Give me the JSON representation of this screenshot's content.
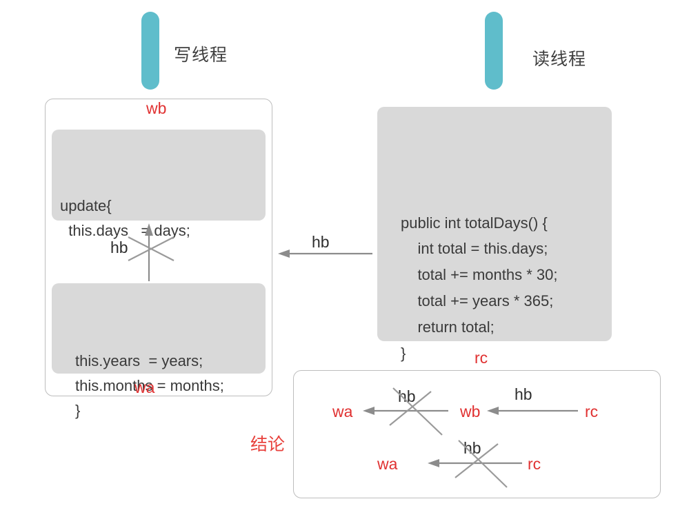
{
  "diagram": {
    "title_write_thread": "写线程",
    "title_read_thread": "读线程",
    "conclusion_label": "结论",
    "colors": {
      "thread_bar": "#5fbdcb",
      "code_block": "#d9d9d9",
      "red_text": "#e03131",
      "arrow": "#8c8c8c",
      "panel_border": "#bdbdbd"
    }
  },
  "write_thread": {
    "top_marker": "wb",
    "bottom_marker": "wa",
    "code_top": "update{\n  this.days   = days;",
    "code_bottom": "this.years  = years;\nthis.months = months;\n}",
    "internal_edge": {
      "label": "hb",
      "direction": "up",
      "negated": true
    }
  },
  "read_thread": {
    "code": "public int totalDays() {\n    int total = this.days;\n    total += months * 30;\n    total += years * 365;\n    return total;\n}"
  },
  "cross_thread_edge": {
    "label": "hb",
    "direction": "left",
    "negated": false
  },
  "conclusion": {
    "marker": "rc",
    "rows": [
      {
        "target": "wa",
        "source": "wb",
        "label": "hb",
        "negated": true
      },
      {
        "target": "wb",
        "source": "rc",
        "label": "hb",
        "negated": false
      },
      {
        "target": "wa",
        "source": "rc",
        "label": "hb",
        "negated": true
      }
    ]
  }
}
